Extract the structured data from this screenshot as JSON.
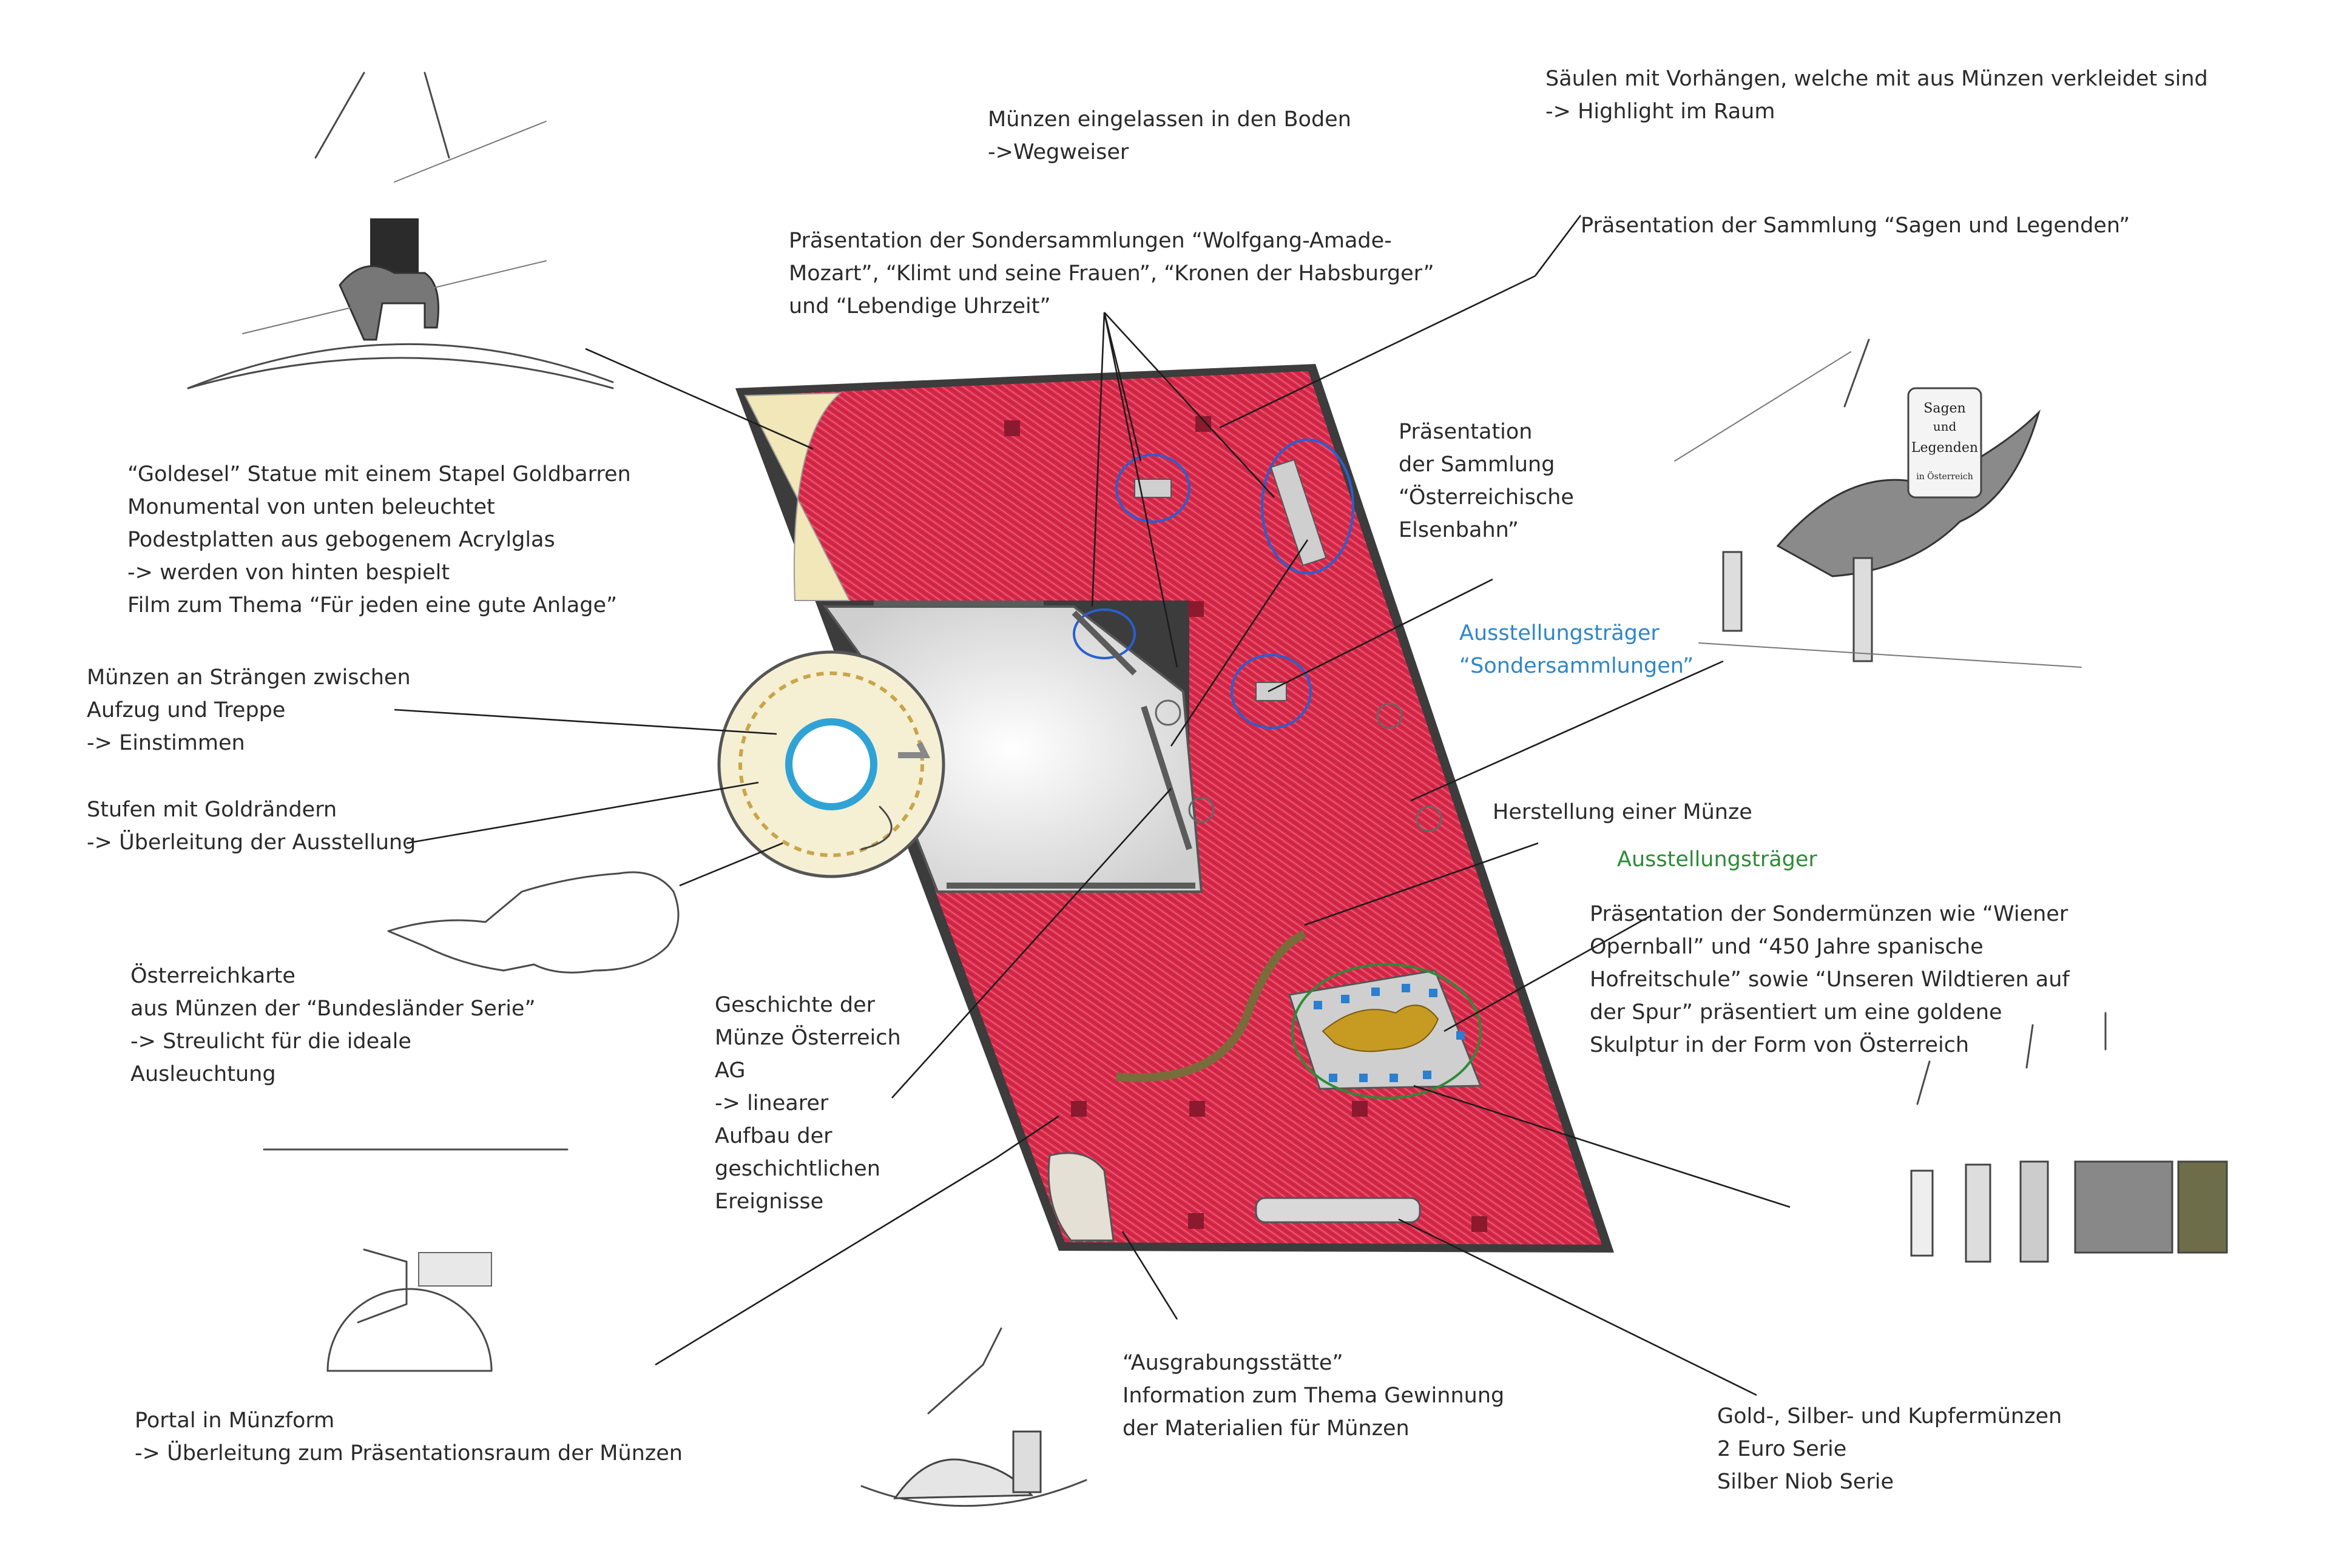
{
  "labels": {
    "muenzen_boden": [
      "Münzen eingelassen in den Boden",
      "->Wegweiser"
    ],
    "saeulen": [
      "Säulen mit Vorhängen, welche mit  aus Münzen verkleidet sind",
      "-> Highlight im Raum"
    ],
    "sondersammlungen": [
      "Präsentation der Sondersammlungen “Wolfgang-Amade-",
      "Mozart”, “Klimt und seine Frauen”, “Kronen der Habsburger”",
      "und “Lebendige Uhrzeit”"
    ],
    "sagen": [
      "Präsentation der Sammlung “Sagen und Legenden”"
    ],
    "eisenbahn": [
      "Präsentation",
      "der Sammlung",
      "“Österreichische",
      "Elsenbahn”"
    ],
    "traeger_sonder": [
      "Ausstellungsträger",
      "“Sondersammlungen”"
    ],
    "goldesel": [
      "“Goldesel” Statue mit einem Stapel Goldbarren",
      "Monumental von unten beleuchtet",
      "Podestplatten aus gebogenem Acrylglas",
      "-> werden von hinten bespielt",
      "Film zum Thema “Für jeden eine gute Anlage”"
    ],
    "straenge": [
      "Münzen an Strängen zwischen",
      "Aufzug und Treppe",
      "-> Einstimmen"
    ],
    "stufen": [
      "Stufen mit Goldrändern",
      "-> Überleitung der Ausstellung"
    ],
    "herstellung": [
      "Herstellung einer Münze"
    ],
    "traeger": [
      "Ausstellungsträger"
    ],
    "sondermuenzen": [
      "Präsentation der Sondermünzen wie “Wiener",
      "Opernball” und “450 Jahre spanische",
      "Hofreitschule” sowie “Unseren Wildtieren auf",
      "der Spur” präsentiert um eine goldene",
      "Skulptur in der Form von Österreich"
    ],
    "karte": [
      "Österreichkarte",
      "aus Münzen der “Bundesländer Serie”",
      "-> Streulicht für die ideale",
      "Ausleuchtung"
    ],
    "geschichte": [
      "Geschichte der",
      "Münze Österreich",
      "AG",
      "-> linearer",
      "Aufbau der",
      "geschichtlichen",
      "Ereignisse"
    ],
    "portal": [
      "Portal in Münzform",
      "-> Überleitung zum Präsentationsraum der Münzen"
    ],
    "ausgrabung": [
      "“Ausgrabungsstätte”",
      "Information zum Thema Gewinnung",
      "der Materialien für Münzen"
    ],
    "serien": [
      "Gold-, Silber- und Kupfermünzen",
      "2 Euro Serie",
      "Silber Niob Serie"
    ],
    "banner_text": [
      "Sagen",
      "und",
      "Legenden",
      "in Österreich"
    ]
  },
  "colors": {
    "floor": "#d9274a",
    "floor_light": "#e9566e",
    "wall": "#5a5a5a",
    "label_blue": "#2f86c8",
    "label_green": "#2e8a38",
    "gold": "#b08a24",
    "display_blue": "#2a7fd0"
  }
}
